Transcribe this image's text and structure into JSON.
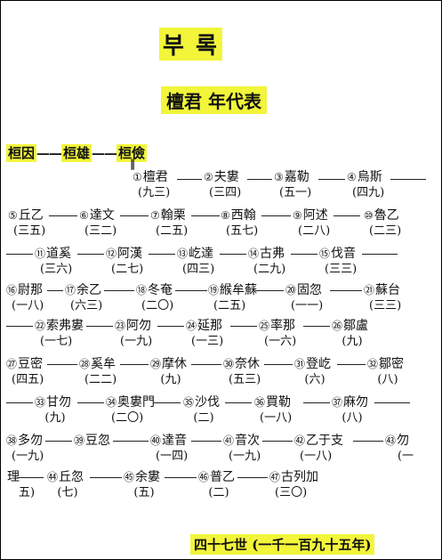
{
  "header": {
    "title": "부    록",
    "subtitle": "檀君  年代表"
  },
  "ancestors": [
    "桓因",
    "桓雄",
    "桓儉"
  ],
  "rulers": [
    {
      "no": "①",
      "name": "檀君",
      "years": "(九三)"
    },
    {
      "no": "②",
      "name": "夫婁",
      "years": "(三四)"
    },
    {
      "no": "③",
      "name": "嘉勒",
      "years": "(五一)"
    },
    {
      "no": "④",
      "name": "烏斯",
      "years": "(四九)"
    },
    {
      "no": "⑤",
      "name": "丘乙",
      "years": "(三五)"
    },
    {
      "no": "⑥",
      "name": "達文",
      "years": "(三二)"
    },
    {
      "no": "⑦",
      "name": "翰栗",
      "years": "(二五)"
    },
    {
      "no": "⑧",
      "name": "西翰",
      "years": "(五七)"
    },
    {
      "no": "⑨",
      "name": "阿述",
      "years": "(二八)"
    },
    {
      "no": "⑩",
      "name": "魯乙",
      "years": "(二三)"
    },
    {
      "no": "⑪",
      "name": "道奚",
      "years": "(三六)"
    },
    {
      "no": "⑫",
      "name": "阿漢",
      "years": "(二七)"
    },
    {
      "no": "⑬",
      "name": "屹達",
      "years": "(四三)"
    },
    {
      "no": "⑭",
      "name": "古弗",
      "years": "(二九)"
    },
    {
      "no": "⑮",
      "name": "伐音",
      "years": "(三三)"
    },
    {
      "no": "⑯",
      "name": "尉那",
      "years": "(一八)"
    },
    {
      "no": "⑰",
      "name": "余乙",
      "years": "(六三)"
    },
    {
      "no": "⑱",
      "name": "冬奄",
      "years": "(二〇)"
    },
    {
      "no": "⑲",
      "name": "緱牟蘇",
      "years": "(二五)"
    },
    {
      "no": "⑳",
      "name": "固忽",
      "years": "(一一)"
    },
    {
      "no": "㉑",
      "name": "蘇台",
      "years": "(三三)"
    },
    {
      "no": "㉒",
      "name": "索弗婁",
      "years": "(一七)"
    },
    {
      "no": "㉓",
      "name": "阿勿",
      "years": "(一九)"
    },
    {
      "no": "㉔",
      "name": "延那",
      "years": "(一三)"
    },
    {
      "no": "㉕",
      "name": "率那",
      "years": "(一六)"
    },
    {
      "no": "㉖",
      "name": "鄒盧",
      "years": "(九)"
    },
    {
      "no": "㉗",
      "name": "豆密",
      "years": "(四五)"
    },
    {
      "no": "㉘",
      "name": "奚牟",
      "years": "(二二)"
    },
    {
      "no": "㉙",
      "name": "摩休",
      "years": "(九)"
    },
    {
      "no": "㉚",
      "name": "奈休",
      "years": "(五三)"
    },
    {
      "no": "㉛",
      "name": "登屹",
      "years": "(六)"
    },
    {
      "no": "㉜",
      "name": "鄒密",
      "years": "(八)"
    },
    {
      "no": "㉝",
      "name": "甘勿",
      "years": "(九)"
    },
    {
      "no": "㉞",
      "name": "奥婁門",
      "years": "(二〇)"
    },
    {
      "no": "㉟",
      "name": "沙伐",
      "years": "(二)"
    },
    {
      "no": "㊱",
      "name": "買勒",
      "years": "(一八)"
    },
    {
      "no": "㊲",
      "name": "麻勿",
      "years": "(八)"
    },
    {
      "no": "㊳",
      "name": "多勿",
      "years": "(一九)"
    },
    {
      "no": "㊴",
      "name": "豆忽",
      "years": ""
    },
    {
      "no": "㊵",
      "name": "達音",
      "years": "(一四)"
    },
    {
      "no": "㊶",
      "name": "音次",
      "years": "(一九)"
    },
    {
      "no": "㊷",
      "name": "乙于支",
      "years": "(一八)"
    },
    {
      "no": "㊸",
      "name": "勿",
      "years": "(一"
    },
    {
      "no": "",
      "name": "理",
      "years": "五)"
    },
    {
      "no": "㊹",
      "name": "丘忽",
      "years": "(七)"
    },
    {
      "no": "㊺",
      "name": "余婁",
      "years": "(五)"
    },
    {
      "no": "㊻",
      "name": "普乙",
      "years": "(二)"
    },
    {
      "no": "㊼",
      "name": "古列加",
      "years": "(三〇)"
    }
  ],
  "footer": "四十七世 (一千一百九十五年)"
}
